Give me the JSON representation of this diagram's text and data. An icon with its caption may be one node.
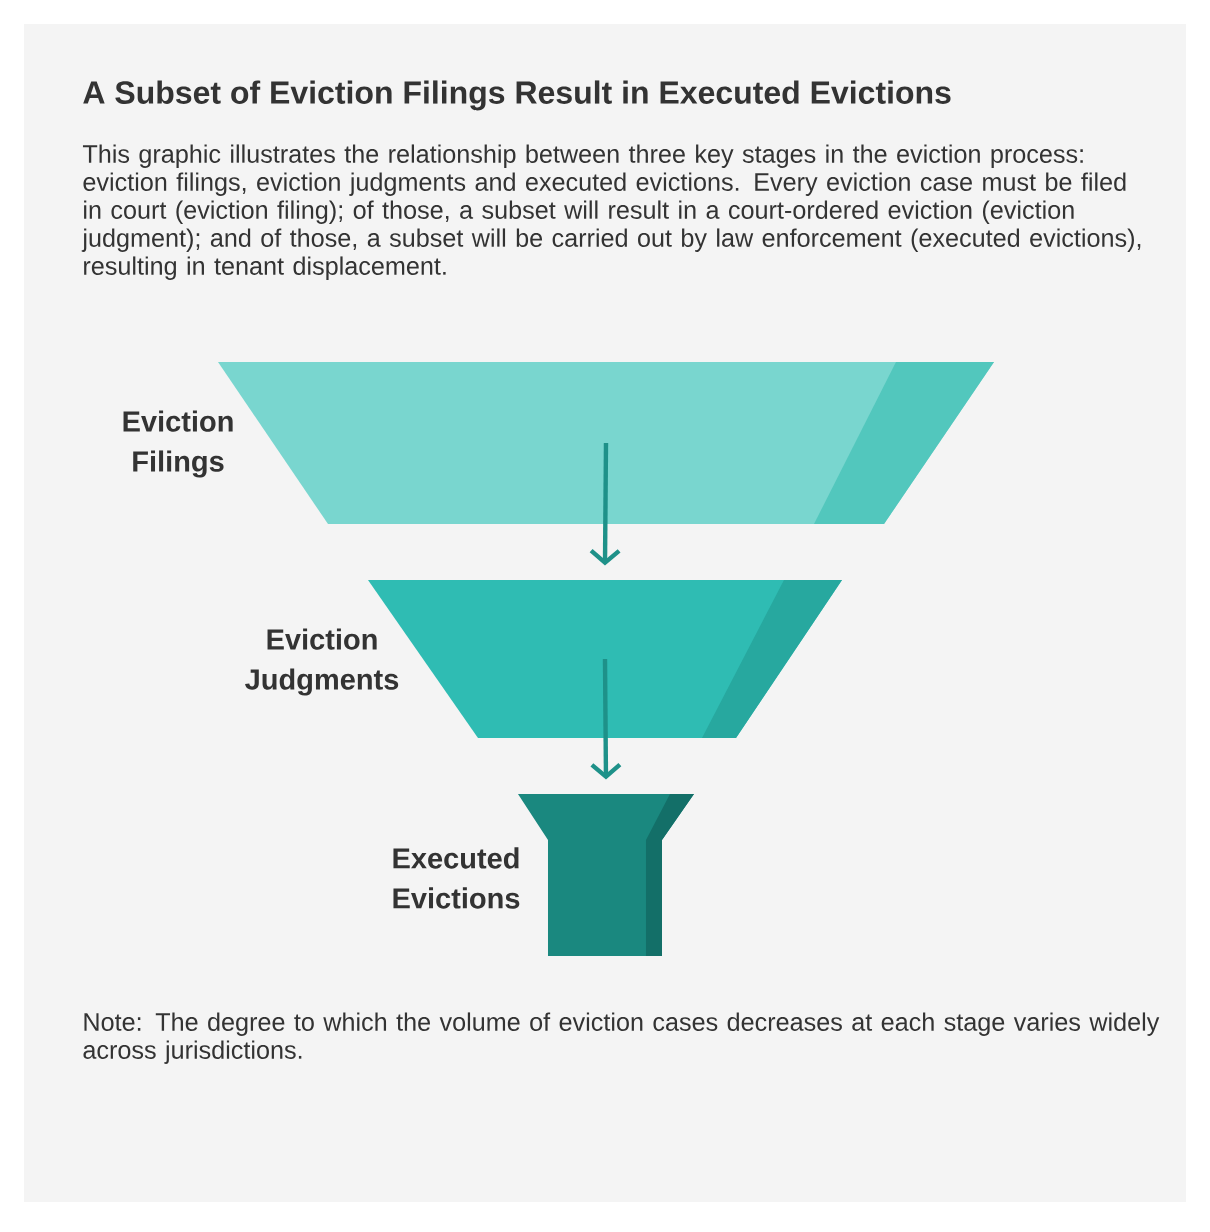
{
  "diagram": {
    "title": "A Subset of Eviction Filings Result in Executed Evictions",
    "nodes": [
      {
        "text": [
          "Eviction Filings"
        ]
      },
      {
        "text": [
          "Eviction Judgments"
        ]
      },
      {
        "text": [
          "Executed Evictions"
        ]
      }
    ],
    "edges": [
      {
        "from": 0,
        "to": 1,
        "arrow": "to"
      },
      {
        "from": 1,
        "to": 2,
        "arrow": "to"
      }
    ],
    "labels": [
      "This graphic illustrates the relationship between three key stages in the eviction process: eviction filings, eviction judgments and executed evictions. Every eviction case must be filed in court (eviction filing); of those, a subset will result in a court-ordered eviction (eviction judgment); and of those, a subset will be carried out by law enforcement (executed evictions), resulting in tenant displacement.",
      "Note: The degree to which the volume of eviction cases decreases at each stage varies widely across jurisdictions."
    ]
  }
}
